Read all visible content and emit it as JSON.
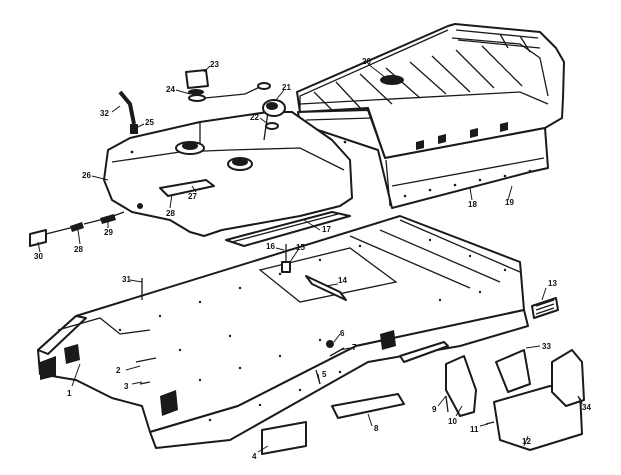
{
  "diagram": {
    "callouts": [
      {
        "id": "1",
        "label": "1"
      },
      {
        "id": "2",
        "label": "2"
      },
      {
        "id": "3",
        "label": "3"
      },
      {
        "id": "4",
        "label": "4"
      },
      {
        "id": "5",
        "label": "5"
      },
      {
        "id": "6",
        "label": "6"
      },
      {
        "id": "7",
        "label": "7"
      },
      {
        "id": "8",
        "label": "8"
      },
      {
        "id": "9",
        "label": "9"
      },
      {
        "id": "10",
        "label": "10"
      },
      {
        "id": "11",
        "label": "11"
      },
      {
        "id": "12",
        "label": "12"
      },
      {
        "id": "13",
        "label": "13"
      },
      {
        "id": "14",
        "label": "14"
      },
      {
        "id": "15",
        "label": "15"
      },
      {
        "id": "16",
        "label": "16"
      },
      {
        "id": "17",
        "label": "17"
      },
      {
        "id": "18",
        "label": "18"
      },
      {
        "id": "19",
        "label": "19"
      },
      {
        "id": "20",
        "label": "20"
      },
      {
        "id": "21",
        "label": "21"
      },
      {
        "id": "22",
        "label": "22"
      },
      {
        "id": "23",
        "label": "23"
      },
      {
        "id": "24",
        "label": "24"
      },
      {
        "id": "25",
        "label": "25"
      },
      {
        "id": "26",
        "label": "26"
      },
      {
        "id": "27",
        "label": "27"
      },
      {
        "id": "28",
        "label": "28"
      },
      {
        "id": "29",
        "label": "29"
      },
      {
        "id": "30",
        "label": "30"
      },
      {
        "id": "31",
        "label": "31"
      },
      {
        "id": "32",
        "label": "32"
      },
      {
        "id": "33",
        "label": "33"
      },
      {
        "id": "34",
        "label": "34"
      }
    ]
  }
}
